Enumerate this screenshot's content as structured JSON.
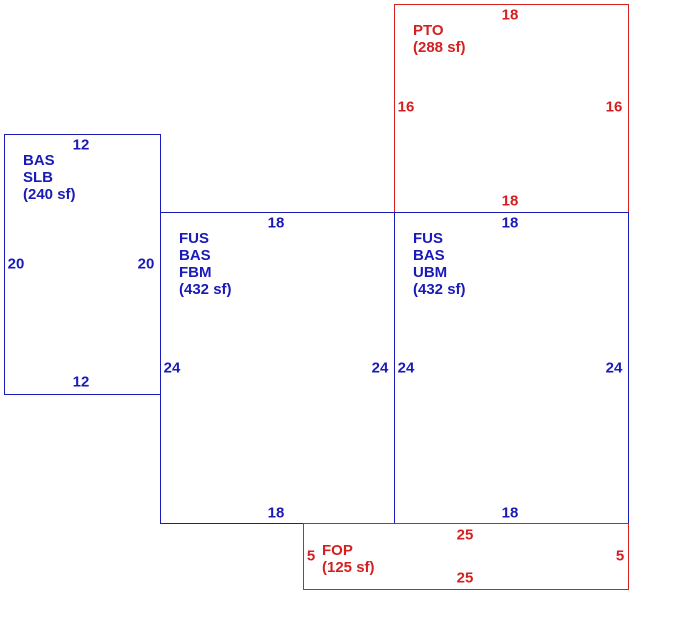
{
  "colors": {
    "living_area": "#1a1ab8",
    "porch_area": "#d42020"
  },
  "areas": {
    "slb": {
      "labels": [
        "BAS",
        "SLB",
        "(240 sf)"
      ],
      "dims": {
        "top": "12",
        "bottom": "12",
        "left": "20",
        "right": "20"
      }
    },
    "fbm": {
      "labels": [
        "FUS",
        "BAS",
        "FBM",
        "(432 sf)"
      ],
      "dims": {
        "top": "18",
        "bottom": "18",
        "left": "24",
        "right": "24"
      }
    },
    "ubm": {
      "labels": [
        "FUS",
        "BAS",
        "UBM",
        "(432 sf)"
      ],
      "dims": {
        "top": "18",
        "bottom": "18",
        "left": "24",
        "right": "24"
      }
    },
    "pto": {
      "labels": [
        "PTO",
        "(288 sf)"
      ],
      "dims": {
        "top": "18",
        "bottom": "18",
        "left": "16",
        "right": "16"
      }
    },
    "fop": {
      "labels": [
        "FOP",
        "(125 sf)"
      ],
      "dims": {
        "top": "25",
        "bottom": "25",
        "left": "5",
        "right": "5"
      }
    }
  }
}
